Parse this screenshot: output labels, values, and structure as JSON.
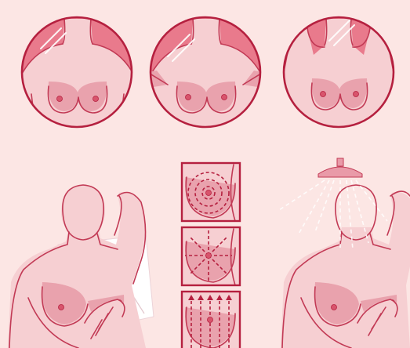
{
  "colors": {
    "background": "#fce6e4",
    "circle_fill": "#e97a8c",
    "outline": "#b5203f",
    "skin": "#f6cfd2",
    "shade": "#e9a2ad",
    "nipple": "#d8546c",
    "towel": "#ffffff"
  },
  "panels": {
    "mirror_steps": [
      {
        "pose": "arms-at-sides",
        "icon": "mirror-icon"
      },
      {
        "pose": "hands-on-hips",
        "icon": "mirror-icon"
      },
      {
        "pose": "arms-raised",
        "icon": "mirror-icon"
      }
    ],
    "palpation_patterns": [
      "circular",
      "wedge",
      "up-and-down"
    ],
    "lying_down": {
      "icon": "towel-icon"
    },
    "shower": {
      "icon": "shower-icon"
    }
  }
}
